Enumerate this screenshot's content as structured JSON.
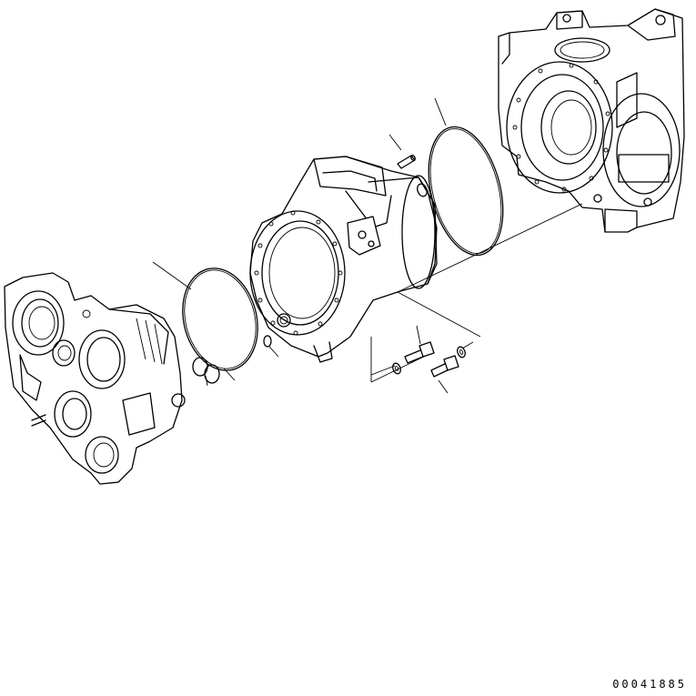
{
  "drawing": {
    "number": "00041885"
  },
  "parts": [
    {
      "name": "main-housing"
    },
    {
      "name": "o-ring-large-right"
    },
    {
      "name": "dowel-pin"
    },
    {
      "name": "transmission-case"
    },
    {
      "name": "o-ring-large-left"
    },
    {
      "name": "o-ring-small-center"
    },
    {
      "name": "o-ring-small-left"
    },
    {
      "name": "front-cover-housing"
    },
    {
      "name": "bolt-a"
    },
    {
      "name": "washer-a"
    },
    {
      "name": "bolt-b"
    },
    {
      "name": "washer-b"
    }
  ]
}
